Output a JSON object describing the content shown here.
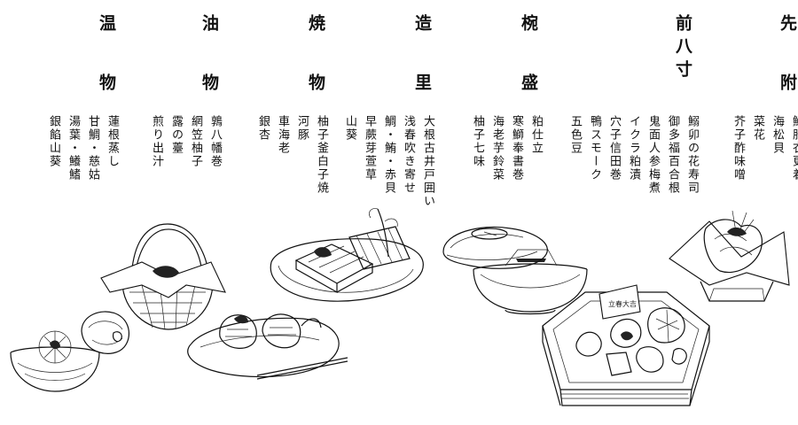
{
  "courses": [
    {
      "id": "sakizuke",
      "title": "先附",
      "items": [
        "鮟肝衣更着",
        "海松貝",
        "菜花",
        "芥子酢味噌"
      ]
    },
    {
      "id": "hassun",
      "title": "前八寸",
      "items": [
        "鰯卯の花寿司",
        "御多福百合根",
        "鬼面人参梅煮",
        "イクラ粕漬",
        "穴子信田巻",
        "鴨スモーク",
        "五色豆"
      ]
    },
    {
      "id": "wanmori",
      "title": "椀盛",
      "items": [
        "粕仕立",
        "寒鰤奉書巻",
        "海老芋鈴菜",
        "柚子七味"
      ]
    },
    {
      "id": "tsukuri",
      "title": "造里",
      "items": [
        "大根古井戸囲い",
        "浅春吹き寄せ",
        "鯛・鮪・赤貝",
        "早蕨芽萱草",
        "山葵"
      ]
    },
    {
      "id": "yakimono",
      "title": "焼物",
      "items": [
        "柚子釜白子焼",
        "河豚",
        "車海老",
        "銀杏"
      ]
    },
    {
      "id": "agemono",
      "title": "油物",
      "items": [
        "鶉八幡巻",
        "網笠柚子",
        "露の薹",
        "煎り出汁"
      ]
    },
    {
      "id": "onmono",
      "title": "温物",
      "items": [
        "蓮根蒸し",
        "甘鯛・慈姑",
        "湯葉・鱶鰭",
        "銀餡山葵"
      ]
    }
  ],
  "hassun_label": "立春大吉"
}
